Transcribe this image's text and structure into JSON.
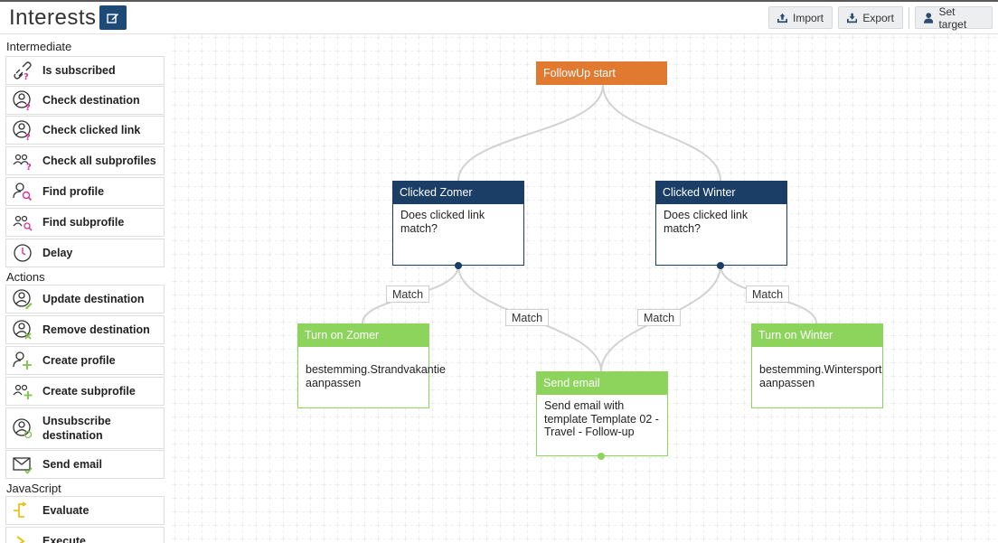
{
  "header": {
    "title": "Interests",
    "import_label": "Import",
    "export_label": "Export",
    "set_target_label": "Set target"
  },
  "sidebar": {
    "sections": [
      "Intermediate",
      "Actions",
      "JavaScript"
    ],
    "intermediate": [
      {
        "label": "Is subscribed",
        "icon": "link-question-icon"
      },
      {
        "label": "Check destination",
        "icon": "user-circle-question-icon"
      },
      {
        "label": "Check clicked link",
        "icon": "user-circle-question-icon"
      },
      {
        "label": "Check all subprofiles",
        "icon": "users-question-icon"
      },
      {
        "label": "Find profile",
        "icon": "user-search-icon"
      },
      {
        "label": "Find subprofile",
        "icon": "users-search-icon"
      },
      {
        "label": "Delay",
        "icon": "clock-icon"
      }
    ],
    "actions": [
      {
        "label": "Update destination",
        "icon": "user-circle-edit-icon"
      },
      {
        "label": "Remove destination",
        "icon": "user-circle-remove-icon"
      },
      {
        "label": "Create profile",
        "icon": "user-plus-icon"
      },
      {
        "label": "Create subprofile",
        "icon": "users-plus-icon"
      },
      {
        "label": "Unsubscribe destination",
        "icon": "user-circle-unsubscribe-icon"
      },
      {
        "label": "Send email",
        "icon": "envelope-check-icon"
      }
    ],
    "javascript": [
      {
        "label": "Evaluate",
        "icon": "split-arrow-icon"
      },
      {
        "label": "Execute",
        "icon": "chevron-right-icon"
      }
    ]
  },
  "flow": {
    "start": {
      "title": "FollowUp start"
    },
    "clicked_zomer": {
      "title": "Clicked Zomer",
      "body": "Does clicked link match?"
    },
    "clicked_winter": {
      "title": "Clicked Winter",
      "body": "Does clicked link match?"
    },
    "turn_on_zomer": {
      "title": "Turn on Zomer",
      "body": "bestemming.Strandvakantie aanpassen"
    },
    "turn_on_winter": {
      "title": "Turn on Winter",
      "body": "bestemming.Wintersport aanpassen"
    },
    "send_email": {
      "title": "Send email",
      "body": "Send email with template Template 02 - Travel - Follow-up"
    },
    "match_label": "Match"
  },
  "colors": {
    "start": "#e07a30",
    "condition": "#1a3e66",
    "action": "#8dd45c",
    "edit_button": "#1e4a78"
  }
}
